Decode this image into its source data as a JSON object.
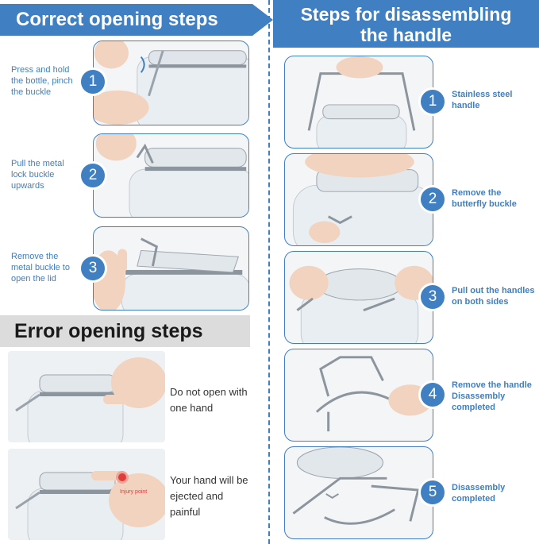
{
  "correct": {
    "title": "Correct opening steps",
    "steps": [
      {
        "number": "1",
        "text": "Press and hold the bottle, pinch the buckle"
      },
      {
        "number": "2",
        "text": "Pull the metal lock buckle upwards"
      },
      {
        "number": "3",
        "text": "Remove the metal buckle to open the lid"
      }
    ]
  },
  "error": {
    "title": "Error opening steps",
    "items": [
      {
        "text": "Do not open with one hand"
      },
      {
        "text": "Your hand will be ejected and painful",
        "tag": "Injury point"
      }
    ]
  },
  "disassemble": {
    "title_line1": "Steps for disassembling",
    "title_line2": "the handle",
    "steps": [
      {
        "number": "1",
        "text": "Stainless steel handle"
      },
      {
        "number": "2",
        "text": "Remove the butterfly buckle"
      },
      {
        "number": "3",
        "text": "Pull out the handles on both sides"
      },
      {
        "number": "4",
        "text": "Remove the handle Disassembly completed"
      },
      {
        "number": "5",
        "text": "Disassembly completed"
      }
    ]
  },
  "colors": {
    "accent": "#3f7fc2",
    "error_banner": "#dcdcdc",
    "warning": "#e23b3b"
  }
}
